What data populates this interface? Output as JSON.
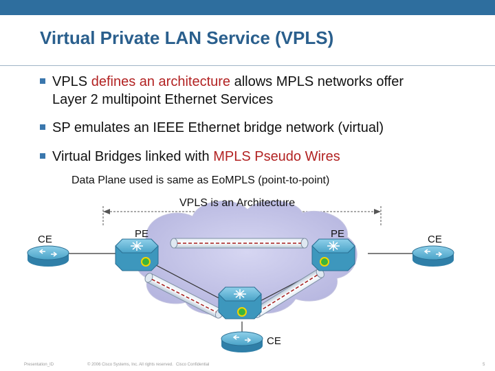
{
  "slide": {
    "title": "Virtual Private LAN Service (VPLS)",
    "bullets": [
      {
        "parts": [
          "VPLS ",
          "defines an architecture",
          " allows MPLS networks offer"
        ],
        "line2": "Layer 2 multipoint Ethernet Services"
      },
      {
        "text": "SP emulates an IEEE Ethernet bridge network (virtual)"
      },
      {
        "parts": [
          "Virtual Bridges linked with ",
          "MPLS Pseudo Wires"
        ]
      }
    ],
    "sub_note": "Data Plane used is same as EoMPLS (point-to-point)"
  },
  "diagram": {
    "architecture_label": "VPLS is an Architecture",
    "ce_left": "CE",
    "pe_left": "PE",
    "pe_right": "PE",
    "ce_right": "CE",
    "ce_bottom": "CE"
  },
  "footer": {
    "presentation_id": "Presentation_ID",
    "copyright": "© 2006 Cisco Systems, Inc. All rights reserved.",
    "confidential": "Cisco Confidential",
    "page_number": "5"
  },
  "colors": {
    "title": "#2a5f8d",
    "accent_red": "#b22222",
    "bullet": "#3a77ad",
    "device": "#4aa3c8",
    "cloud": "#c7c7e8",
    "pseudowire_dash": "#a31818"
  },
  "icons": [
    "ce-router-icon",
    "pe-switch-icon",
    "pseudowire-tube-icon",
    "cloud-icon"
  ]
}
